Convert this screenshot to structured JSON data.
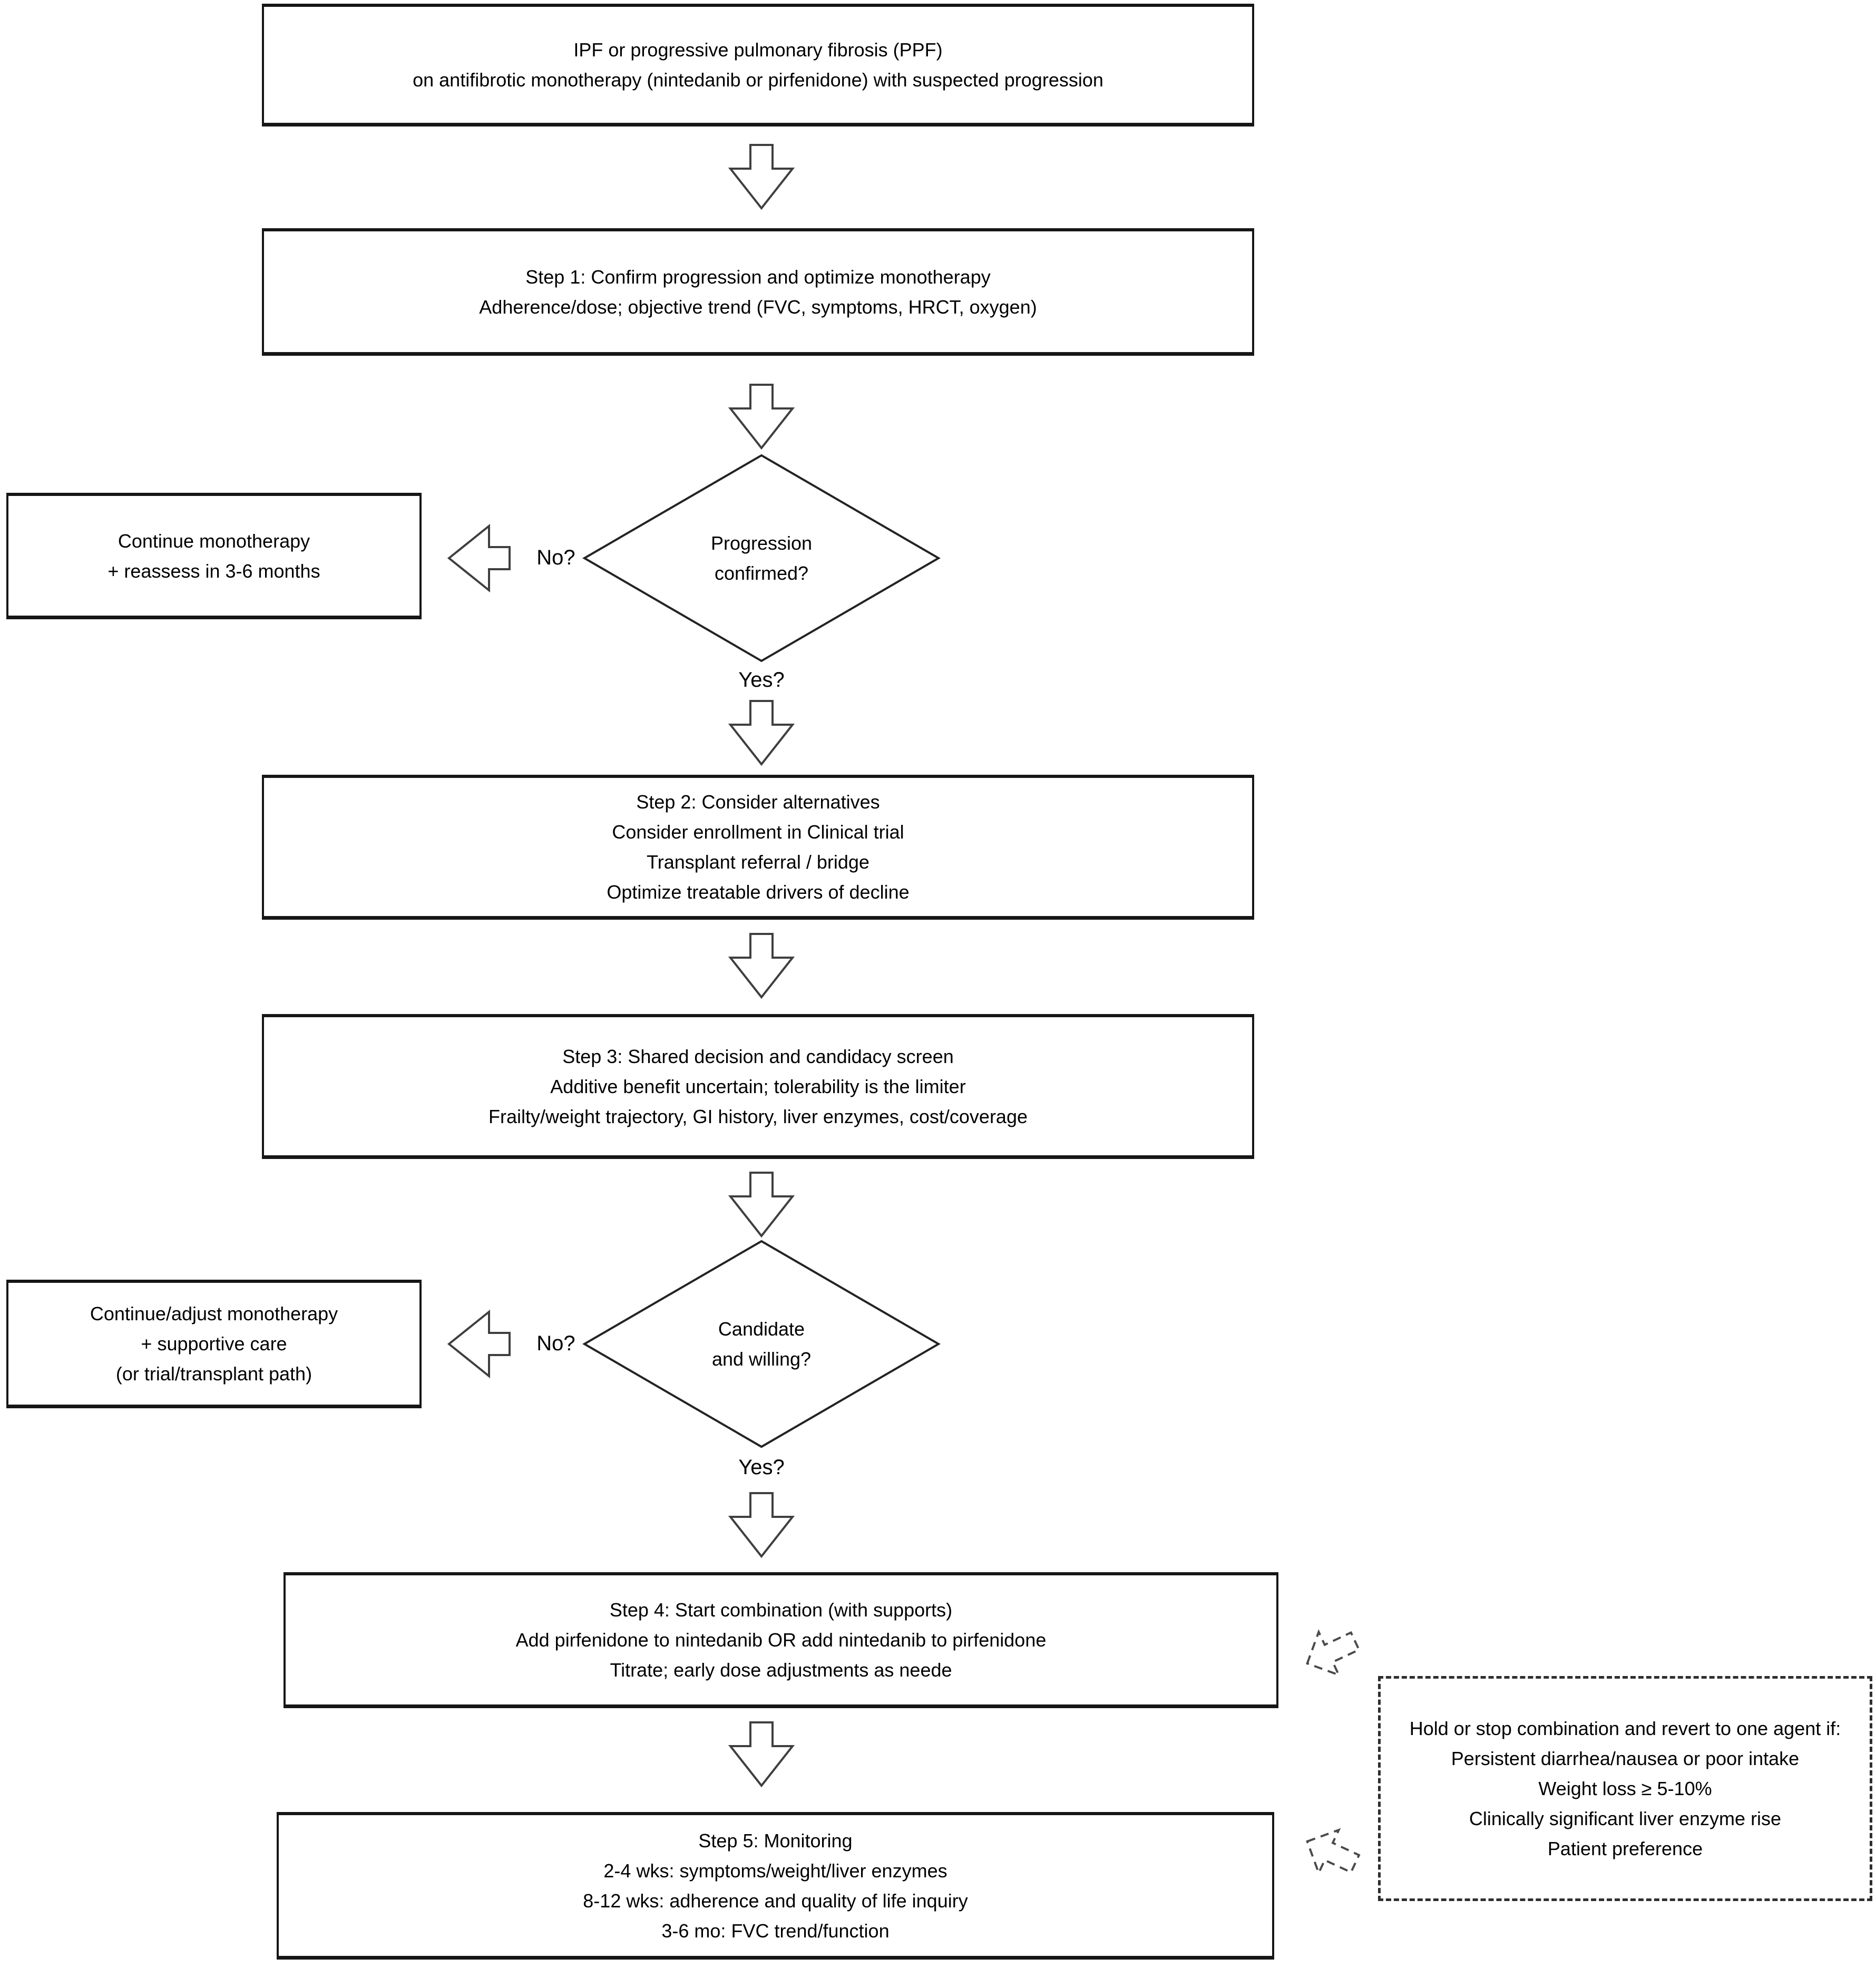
{
  "figure": {
    "background": "#ffffff",
    "ink": "#161616",
    "arrow_outline": "#3f3f3f",
    "dashed_line": "#2e2e2e"
  },
  "nodes": {
    "start": {
      "lines": [
        "IPF or progressive pulmonary fibrosis (PPF)",
        "on antifibrotic monotherapy (nintedanib or pirfenidone) with suspected progression"
      ]
    },
    "step1": {
      "lines": [
        "Step 1: Confirm progression and optimize monotherapy",
        "Adherence/dose; objective trend (FVC, symptoms, HRCT, oxygen)"
      ]
    },
    "decision_progression": {
      "lines": [
        "Progression",
        "confirmed?"
      ]
    },
    "continue_monotherapy": {
      "lines": [
        "Continue monotherapy",
        "+ reassess in 3-6 months"
      ]
    },
    "step2": {
      "lines": [
        "Step 2: Consider alternatives",
        "Consider enrollment in Clinical trial",
        "Transplant referral / bridge",
        "Optimize treatable drivers of decline"
      ]
    },
    "step3": {
      "lines": [
        "Step 3: Shared decision and candidacy screen",
        "Additive benefit uncertain; tolerability is the limiter",
        "Frailty/weight trajectory, GI history, liver enzymes, cost/coverage"
      ]
    },
    "decision_candidate": {
      "lines": [
        "Candidate",
        "and willing?"
      ]
    },
    "continue_adjust": {
      "lines": [
        "Continue/adjust monotherapy",
        "+ supportive care",
        "(or trial/transplant path)"
      ]
    },
    "step4": {
      "lines": [
        "Step 4: Start combination (with supports)",
        "Add pirfenidone to nintedanib OR add nintedanib to pirfenidone",
        "Titrate; early dose adjustments as neede"
      ]
    },
    "step5": {
      "lines": [
        "Step 5: Monitoring",
        "2-4 wks: symptoms/weight/liver enzymes",
        "8-12 wks: adherence and quality of life inquiry",
        "3-6 mo: FVC trend/function"
      ]
    },
    "hold_note": {
      "lines": [
        "Hold or stop combination and revert to one agent if:",
        "Persistent diarrhea/nausea or poor intake",
        "Weight loss ≥ 5-10%",
        "Clinically significant liver enzyme rise",
        "Patient preference"
      ]
    }
  },
  "labels": {
    "no1": "No?",
    "yes1": "Yes?",
    "no2": "No?",
    "yes2": "Yes?"
  }
}
